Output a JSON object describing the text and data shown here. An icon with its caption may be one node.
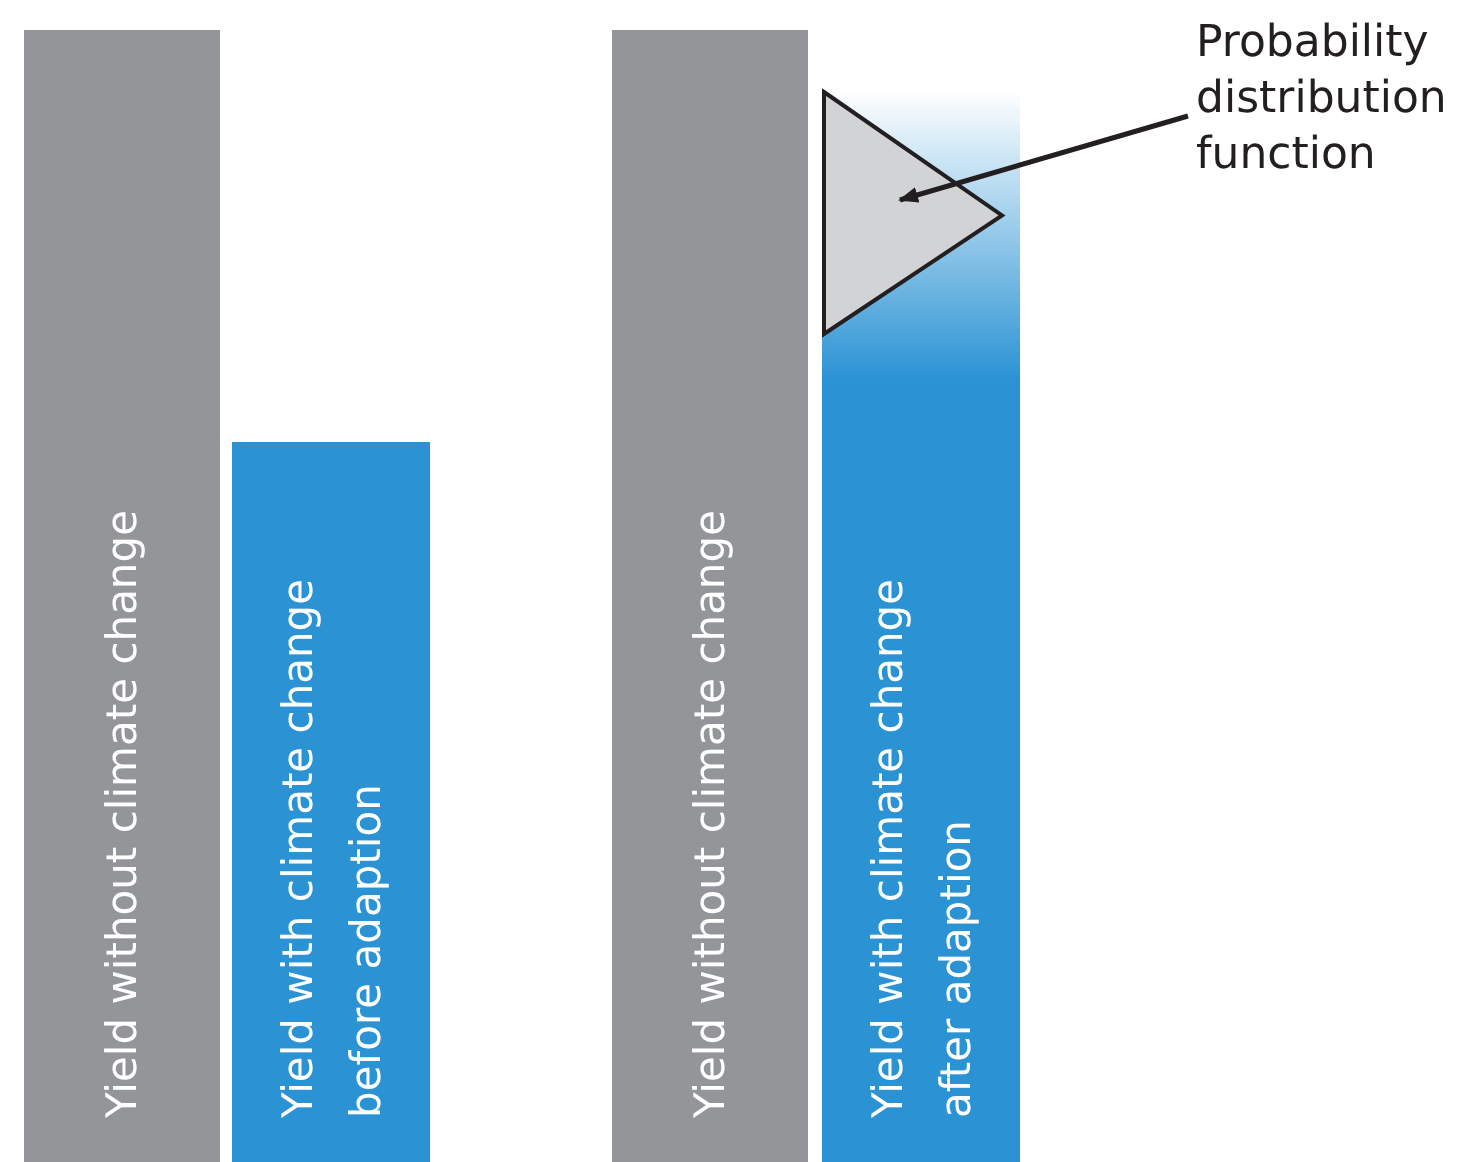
{
  "diagram": {
    "nodes": [
      {
        "text": [
          "Yield without climate change"
        ]
      },
      {
        "text": [
          "Yield with climate change before adaption"
        ]
      },
      {
        "text": [
          "Yield without climate change"
        ]
      },
      {
        "text": [
          "Yield with climate change after adaption"
        ]
      },
      {
        "text": [
          "Probability distribution function"
        ]
      },
      {
        "text": [],
        "shape": "triangle",
        "in": 3
      }
    ],
    "edges": [
      {
        "from": 4,
        "to": 5,
        "arrow": "to"
      }
    ]
  }
}
